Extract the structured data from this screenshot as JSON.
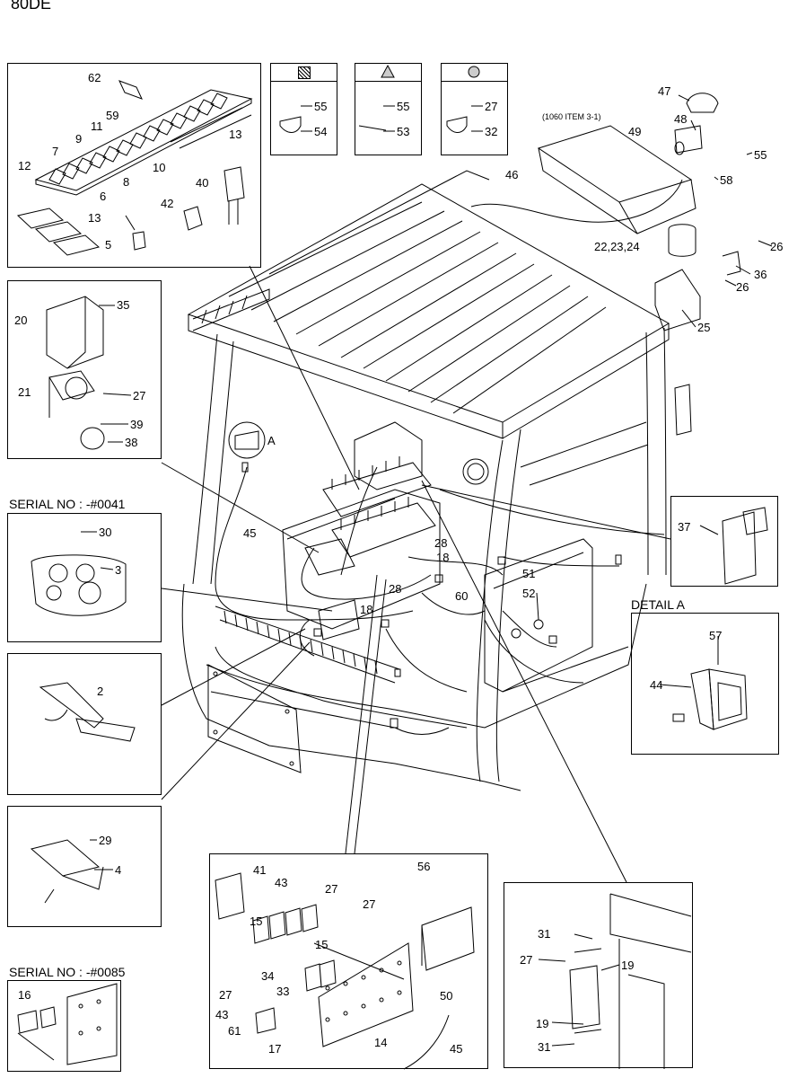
{
  "header": {
    "model": "80DE"
  },
  "serial_top": "SERIAL NO : -#0041",
  "serial_bottom": "SERIAL NO : -#0085",
  "detail_a": "DETAIL A",
  "detail_a_marker": "A",
  "ref_note": "(1060 ITEM 3-1)",
  "part_numbers": {
    "n62": "62",
    "n59": "59",
    "n13a": "13",
    "n11": "11",
    "n9": "9",
    "n7": "7",
    "n10": "10",
    "n12": "12",
    "n8": "8",
    "n6": "6",
    "n40": "40",
    "n42": "42",
    "n13b": "13",
    "n5": "5",
    "t1_55": "55",
    "t1_54": "54",
    "t2_55": "55",
    "t2_53": "53",
    "t3_27": "27",
    "t3_32": "32",
    "n47": "47",
    "n48": "48",
    "n49": "49",
    "n55r": "55",
    "n58": "58",
    "n46": "46",
    "n22": "22,23,24",
    "n26a": "26",
    "n36": "36",
    "n26b": "26",
    "n25": "25",
    "n35": "35",
    "n20": "20",
    "n21": "21",
    "n27l": "27",
    "n39": "39",
    "n38": "38",
    "n30": "30",
    "n3": "3",
    "n45": "45",
    "n2": "2",
    "n29": "29",
    "n4": "4",
    "n28a": "28",
    "n18a": "18",
    "n28b": "28",
    "n18b": "18",
    "n51": "51",
    "n52": "52",
    "n60": "60",
    "n37": "37",
    "n57": "57",
    "n44": "44",
    "n16": "16",
    "n41": "41",
    "n43": "43",
    "n27a": "27",
    "n56": "56",
    "n27b": "27",
    "n15a": "15",
    "n15b": "15",
    "n34": "34",
    "n33": "33",
    "n27c": "27",
    "n43b": "43",
    "n61": "61",
    "n17": "17",
    "n14": "14",
    "n50": "50",
    "n45b": "45",
    "n31a": "31",
    "n27d": "27",
    "n19a": "19",
    "n19b": "19",
    "n31b": "31"
  }
}
